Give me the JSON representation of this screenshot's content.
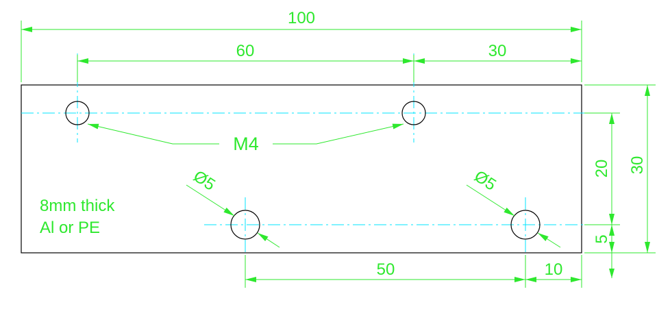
{
  "dimensions": {
    "overall_width": "100",
    "hole_spacing_top": "60",
    "right_offset_top": "30",
    "bottom_hole_spacing": "50",
    "right_offset_bottom": "10",
    "overall_height": "30",
    "top_hole_height": "20",
    "bottom_hole_height": "5"
  },
  "callouts": {
    "thread": "M4",
    "diameter_left": "Ø5",
    "diameter_right": "Ø5"
  },
  "note": {
    "line1": "8mm thick",
    "line2": "Al or PE"
  },
  "colors": {
    "dimension": "#2ee82e",
    "centerline": "#00e5ff",
    "outline": "#000000"
  }
}
